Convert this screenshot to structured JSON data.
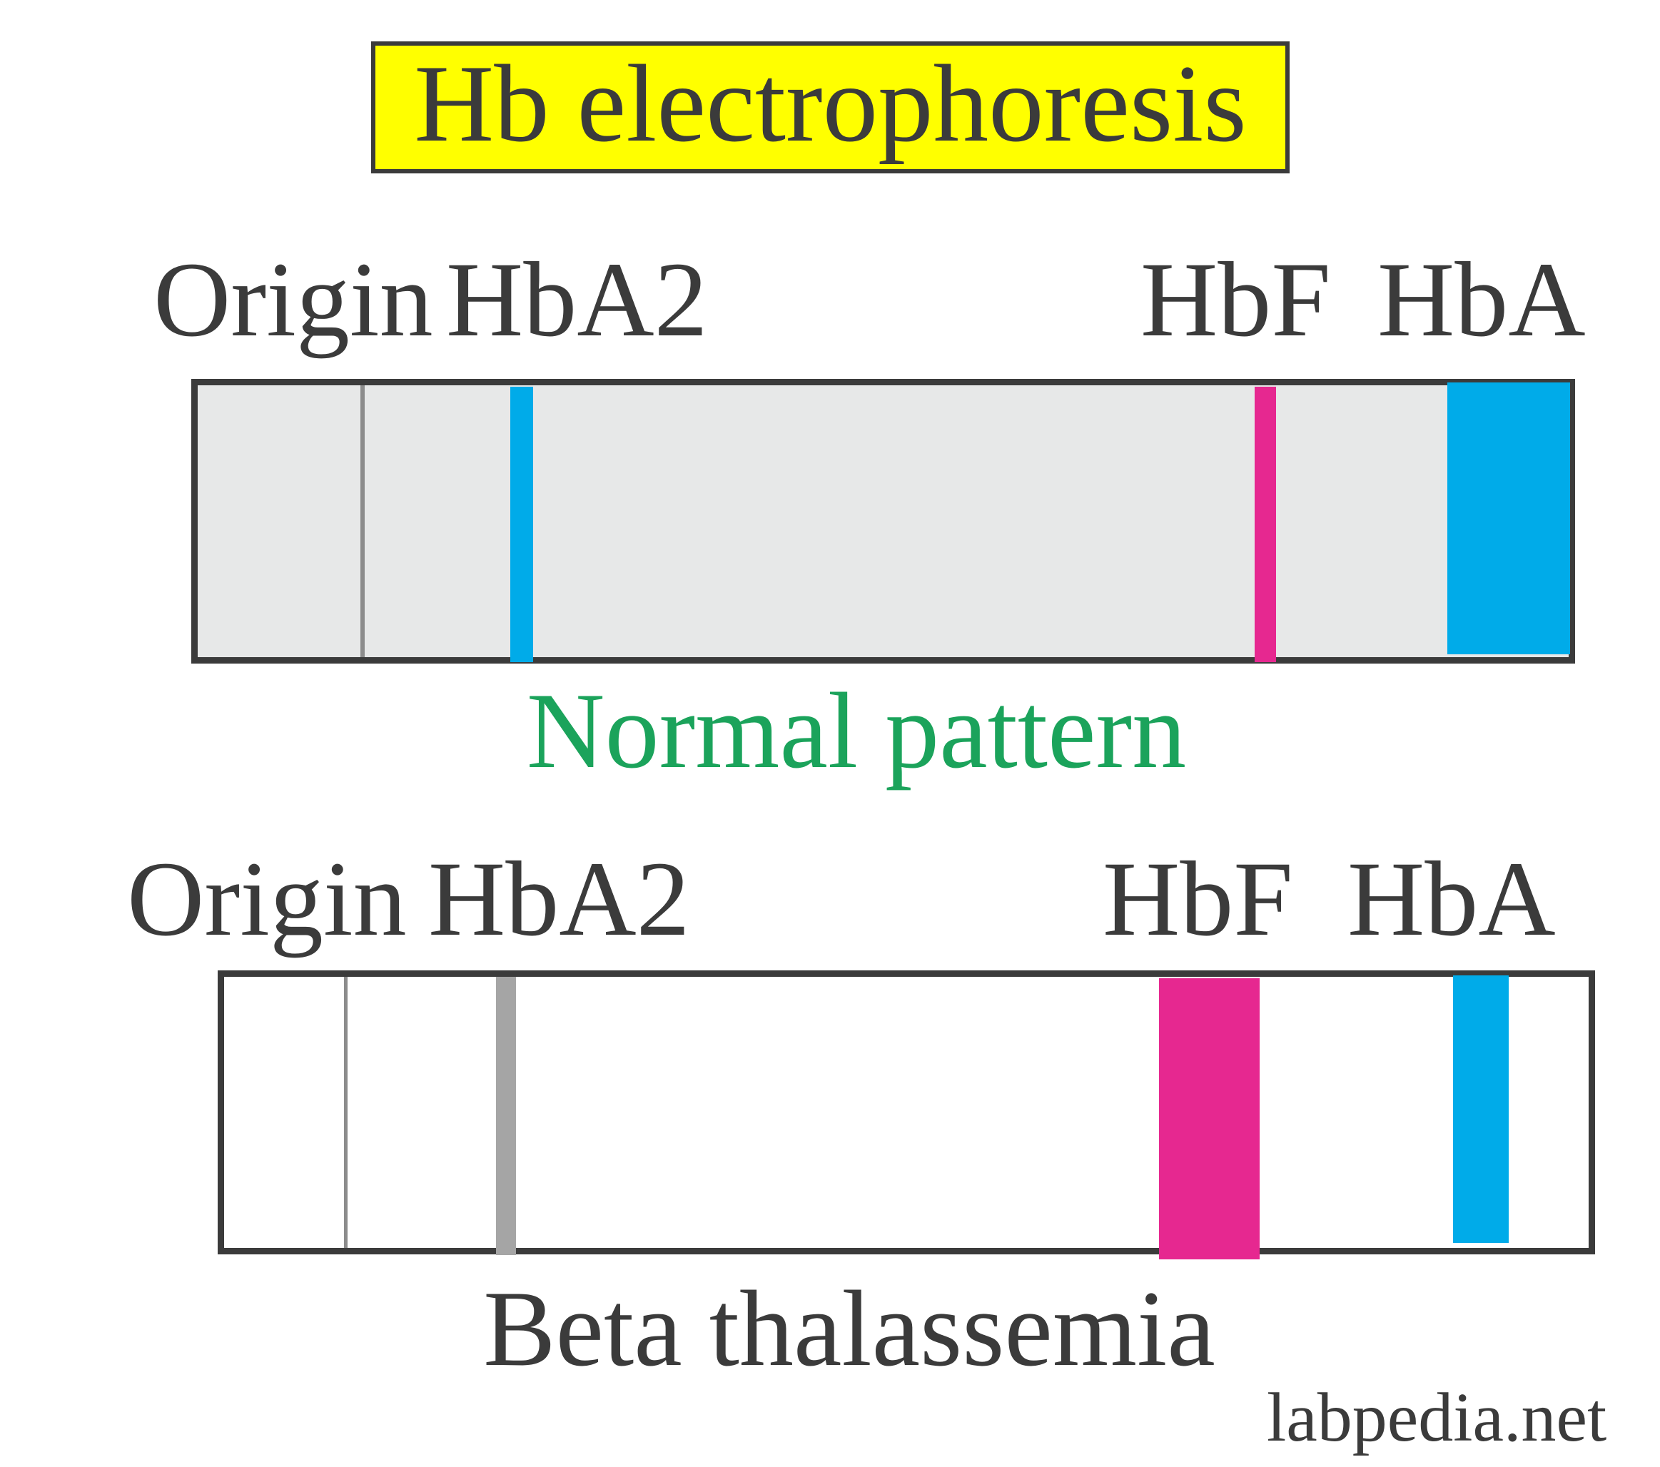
{
  "title": {
    "text": "Hb electrophoresis",
    "background": "#FFFF00",
    "color": "#3B3B3B",
    "border_color": "#3B3B3B"
  },
  "colors": {
    "dark": "#3B3B3B",
    "blue": "#00ABE9",
    "magenta": "#E62890",
    "gray_band": "#A5A5A5",
    "origin_line": "#8C8C8C",
    "green": "#1BA35B"
  },
  "strips": [
    {
      "name": "Normal pattern strip",
      "caption": "Normal pattern",
      "caption_color": "#1BA35B",
      "background": "#E7E8E8",
      "border_color": "#3B3B3B",
      "labels": [
        "Origin",
        "HbA2",
        "HbF",
        "HbA"
      ],
      "bands": [
        {
          "label": "Origin",
          "kind": "origin-line",
          "color": "#8C8C8C"
        },
        {
          "label": "HbA2",
          "kind": "band",
          "color": "#00ABE9"
        },
        {
          "label": "HbF",
          "kind": "band",
          "color": "#E62890"
        },
        {
          "label": "HbA",
          "kind": "band",
          "color": "#00ABE9"
        }
      ]
    },
    {
      "name": "Beta thalassemia strip",
      "caption": "Beta thalassemia",
      "caption_color": "#3B3B3B",
      "background": "#FFFFFF",
      "border_color": "#3B3B3B",
      "labels": [
        "Origin",
        "HbA2",
        "HbF",
        "HbA"
      ],
      "bands": [
        {
          "label": "Origin",
          "kind": "origin-line",
          "color": "#8C8C8C"
        },
        {
          "label": "HbA2",
          "kind": "band",
          "color": "#A5A5A5"
        },
        {
          "label": "HbF",
          "kind": "band",
          "color": "#E62890"
        },
        {
          "label": "HbA",
          "kind": "band",
          "color": "#00ABE9"
        }
      ]
    }
  ],
  "watermark": "labpedia.net"
}
